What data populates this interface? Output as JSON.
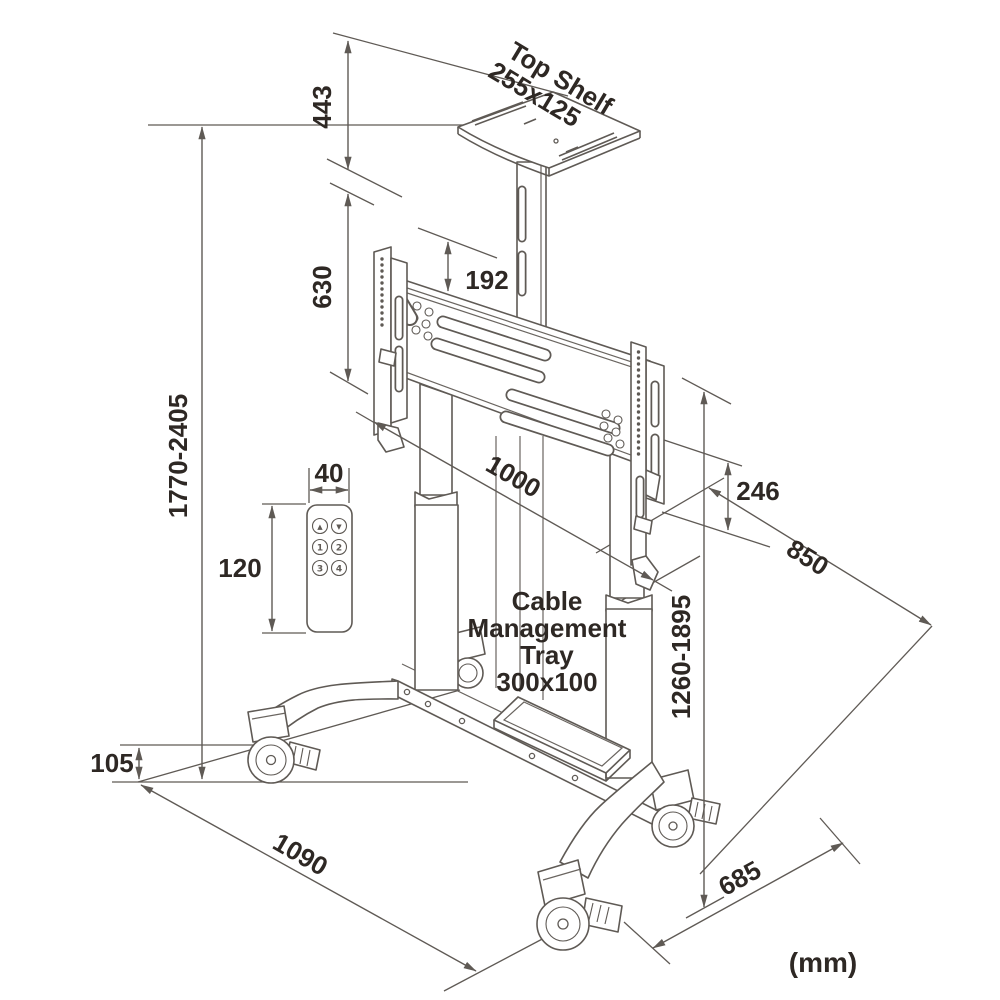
{
  "unit_note": "(mm)",
  "annotations": {
    "top_shelf": [
      "Top Shelf",
      "255x125"
    ],
    "cable_tray": [
      "Cable",
      "Management",
      "Tray",
      "300x100"
    ]
  },
  "dimensions": {
    "shelf_height_above_bracket": "443",
    "bracket_rail_height": "630",
    "overall_height_range": "1770-2405",
    "shelf_pole_extension": "192",
    "crossbar_width": "1000",
    "bracket_lower_offset": "246",
    "base_depth_overall": "850",
    "column_height_range": "1260-1895",
    "remote_width": "40",
    "remote_height": "120",
    "caster_height": "105",
    "base_width": "1090",
    "leg_span_depth": "685"
  },
  "remote": {
    "buttons": [
      "▲",
      "▼",
      "1",
      "2",
      "3",
      "4"
    ]
  },
  "colors": {
    "line": "#5f5a55",
    "text": "#2e2824",
    "background": "#ffffff"
  }
}
